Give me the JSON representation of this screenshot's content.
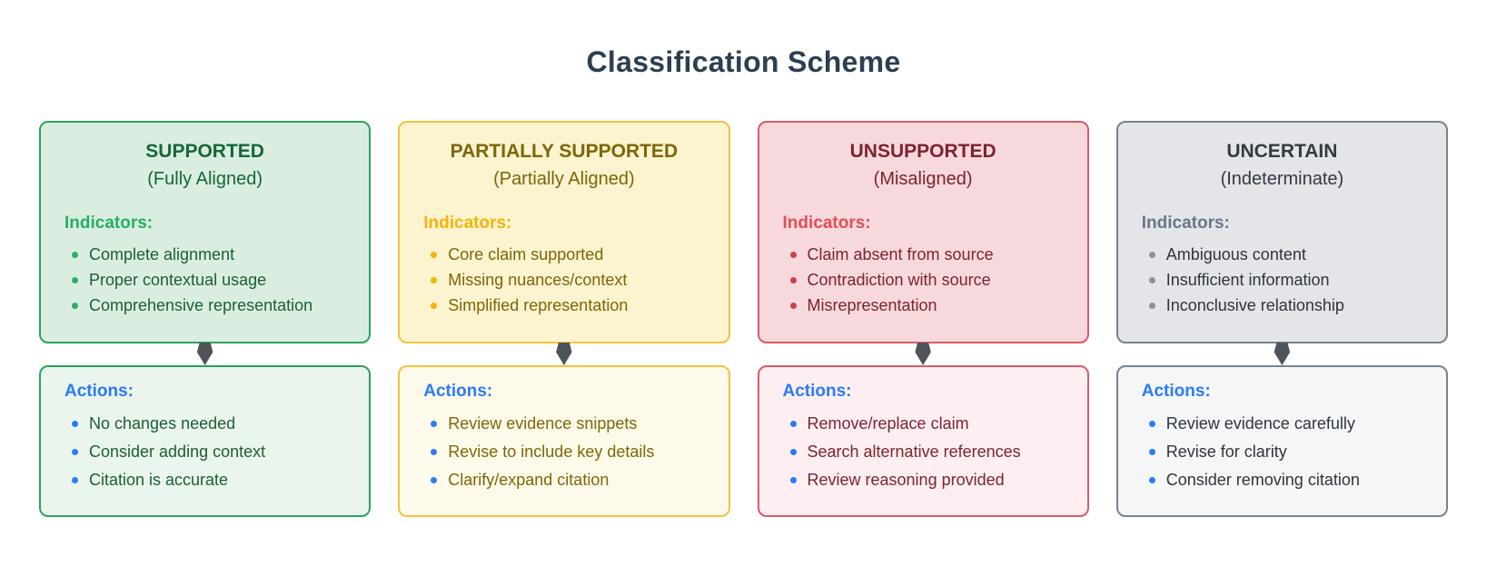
{
  "title": "Classification Scheme",
  "theme": {
    "title_color": "#2c3e50",
    "actions_color": "#2b7bf6",
    "arrow_color": "#4d5459",
    "background": "#ffffff"
  },
  "columns": [
    {
      "name": "SUPPORTED",
      "subtitle": "(Fully Aligned)",
      "indicators_label": "Indicators:",
      "indicators": [
        "Complete alignment",
        "Proper contextual usage",
        "Comprehensive representation"
      ],
      "actions_label": "Actions:",
      "actions": [
        "No changes needed",
        "Consider adding context",
        "Citation is accurate"
      ],
      "colors": {
        "border": "#2ca25e",
        "top_bg": "#d9eee1",
        "bottom_bg": "#e9f5ed",
        "heading": "#176637",
        "ind_label": "#27ae60",
        "text": "#1d5e34",
        "dot": "#2eae62"
      }
    },
    {
      "name": "PARTIALLY SUPPORTED",
      "subtitle": "(Partially Aligned)",
      "indicators_label": "Indicators:",
      "indicators": [
        "Core claim supported",
        "Missing nuances/context",
        "Simplified representation"
      ],
      "actions_label": "Actions:",
      "actions": [
        "Review evidence snippets",
        "Revise to include key details",
        "Clarify/expand citation"
      ],
      "colors": {
        "border": "#f2c33c",
        "top_bg": "#fcf3cf",
        "bottom_bg": "#fefaea",
        "heading": "#7d6608",
        "ind_label": "#f5b30a",
        "text": "#7d6608",
        "dot": "#f5b30a"
      }
    },
    {
      "name": "UNSUPPORTED",
      "subtitle": "(Misaligned)",
      "indicators_label": "Indicators:",
      "indicators": [
        "Claim absent from source",
        "Contradiction with source",
        "Misrepresentation"
      ],
      "actions_label": "Actions:",
      "actions": [
        "Remove/replace claim",
        "Search alternative references",
        "Review reasoning provided"
      ],
      "colors": {
        "border": "#dd5a68",
        "top_bg": "#f7d9dd",
        "bottom_bg": "#fdeff1",
        "heading": "#7e2230",
        "ind_label": "#e44d55",
        "text": "#7e2230",
        "dot": "#c9434e"
      }
    },
    {
      "name": "UNCERTAIN",
      "subtitle": "(Indeterminate)",
      "indicators_label": "Indicators:",
      "indicators": [
        "Ambiguous content",
        "Insufficient information",
        "Inconclusive relationship"
      ],
      "actions_label": "Actions:",
      "actions": [
        "Review evidence carefully",
        "Revise for clarity",
        "Consider removing citation"
      ],
      "colors": {
        "border": "#78828d",
        "top_bg": "#e3e5e9",
        "bottom_bg": "#f4f6f8",
        "heading": "#343a42",
        "ind_label": "#6b7683",
        "text": "#2f353c",
        "dot": "#8a939c"
      }
    }
  ]
}
